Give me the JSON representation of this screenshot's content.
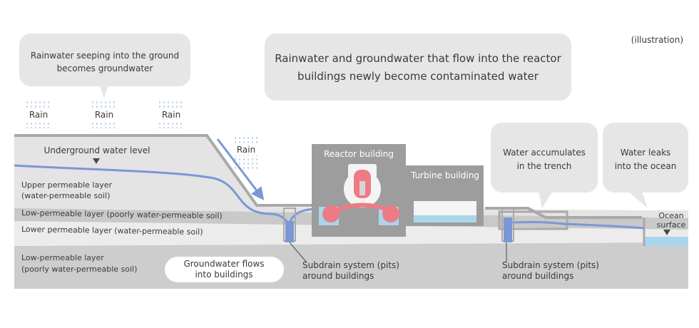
{
  "note": "(illustration)",
  "callouts": {
    "seeping": [
      "Rainwater seeping into the ground",
      "becomes groundwater"
    ],
    "contaminated": [
      "Rainwater and groundwater that flow into the reactor",
      "buildings newly become contaminated water"
    ],
    "trench": [
      "Water accumulates",
      "in the trench"
    ],
    "leaks": [
      "Water leaks",
      "into the ocean"
    ]
  },
  "rain_label": "Rain",
  "underground_water_level": "Underground water level",
  "layers": {
    "upper": [
      "Upper permeable layer",
      "(water-permeable soil)"
    ],
    "low1": "Low-permeable layer (poorly water-permeable soil)",
    "lower": "Lower permeable layer (water-permeable soil)",
    "low2": [
      "Low-permeable layer",
      "(poorly water-permeable soil)"
    ]
  },
  "groundwater_flows": [
    "Groundwater flows",
    "into buildings"
  ],
  "buildings": {
    "reactor": "Reactor building",
    "turbine": "Turbine building"
  },
  "subdrain": [
    "Subdrain system (pits)",
    "around buildings"
  ],
  "ocean_surface": [
    "Ocean",
    "surface"
  ],
  "colors": {
    "water_blue": "#7b97d6",
    "light_blue": "#a9d6ec",
    "reactor_pink": "#ee7b84",
    "bubble_gray": "#e6e6e6",
    "building_gray": "#9d9d9d"
  }
}
